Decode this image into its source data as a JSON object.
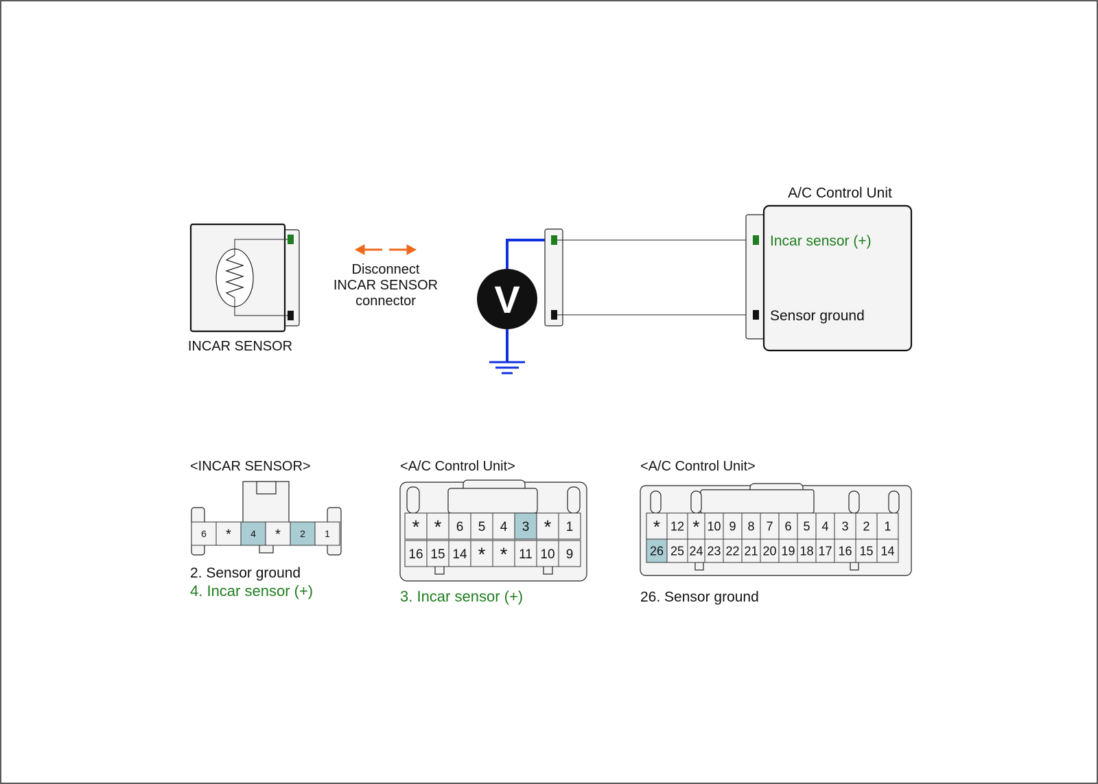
{
  "colors": {
    "green": "#1e7d1e",
    "probe": "#1030e0",
    "arrow": "#ee6a1a",
    "highlight": "#a9cdd3"
  },
  "schematic": {
    "incar_sensor_label": "INCAR SENSOR",
    "disconnect_lines": [
      "Disconnect",
      "INCAR SENSOR",
      "connector"
    ],
    "voltmeter_symbol": "V",
    "control_unit_title": "A/C Control Unit",
    "pin_plus_label": "Incar sensor (+)",
    "pin_ground_label": "Sensor ground"
  },
  "connectors": {
    "incar": {
      "title": "<INCAR SENSOR>",
      "pins": [
        "6",
        "*",
        "4",
        "*",
        "2",
        "1"
      ],
      "highlighted": [
        "4",
        "2"
      ],
      "notes": [
        {
          "text": "2. Sensor ground",
          "green": false
        },
        {
          "text": "4. Incar sensor (+)",
          "green": true
        }
      ]
    },
    "acu_a": {
      "title": "<A/C Control Unit>",
      "row1": [
        "*",
        "*",
        "6",
        "5",
        "4",
        "3",
        "*",
        "1"
      ],
      "row2": [
        "16",
        "15",
        "14",
        "*",
        "*",
        "11",
        "10",
        "9"
      ],
      "highlighted": [
        "3"
      ],
      "notes": [
        {
          "text": "3. Incar sensor (+)",
          "green": true
        }
      ]
    },
    "acu_b": {
      "title": "<A/C Control Unit>",
      "row1": [
        "*",
        "12",
        "*",
        "10",
        "9",
        "8",
        "7",
        "6",
        "5",
        "4",
        "3",
        "2",
        "1"
      ],
      "row2": [
        "26",
        "25",
        "24",
        "23",
        "22",
        "21",
        "20",
        "19",
        "18",
        "17",
        "16",
        "15",
        "14"
      ],
      "highlighted": [
        "26"
      ],
      "notes": [
        {
          "text": "26. Sensor ground",
          "green": false
        }
      ]
    }
  }
}
